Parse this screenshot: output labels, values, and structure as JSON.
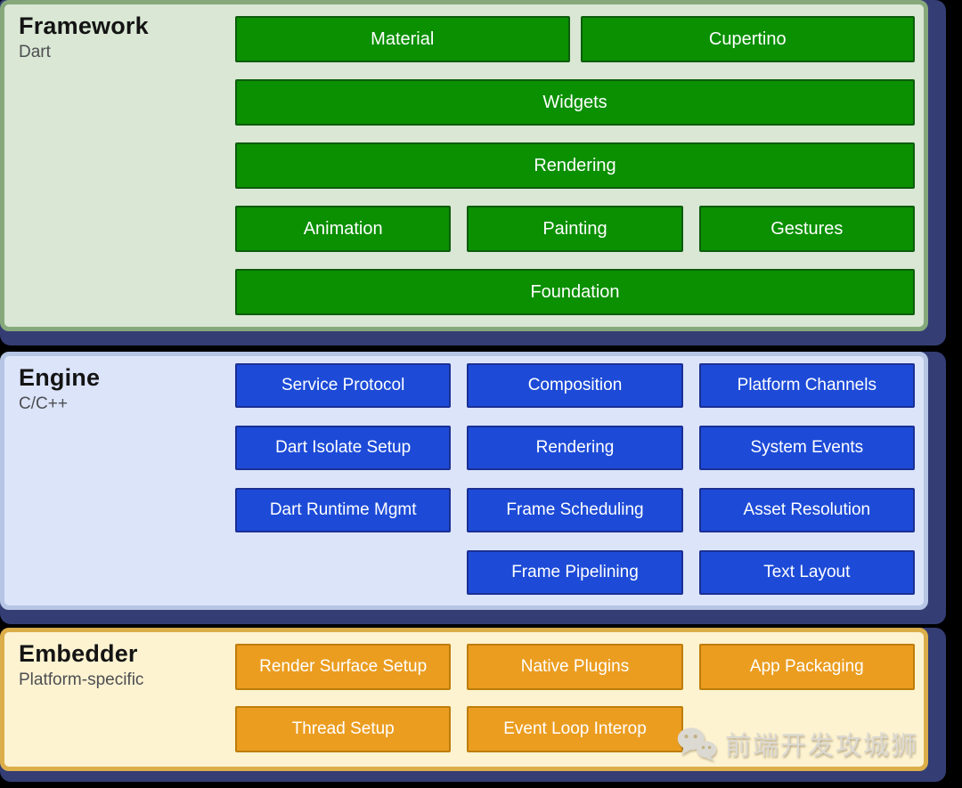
{
  "colors": {
    "page_bg": "#000000",
    "frame_bg": "#343e74",
    "framework_bg": "#d9e7d4",
    "framework_border": "#86a97c",
    "framework_box_bg": "#0a9000",
    "framework_box_border": "#0d5c0d",
    "engine_bg": "#dbe4f9",
    "engine_border": "#b6c5e4",
    "engine_box_bg": "#1d4bd7",
    "engine_box_border": "#1b2f94",
    "embedder_bg": "#fdf3d1",
    "embedder_border": "#dcae49",
    "embedder_box_bg": "#eb9d20",
    "embedder_box_border": "#bd7d0a",
    "box_text": "#ffffff",
    "title_text": "#141414",
    "subtitle_text": "#4d4e52",
    "watermark_text_color": "#dbd9d2"
  },
  "sections": [
    {
      "title": "Framework",
      "subtitle": "Dart",
      "rows": [
        [
          "Material",
          "Cupertino"
        ],
        [
          "Widgets"
        ],
        [
          "Rendering"
        ],
        [
          "Animation",
          "Painting",
          "Gestures"
        ],
        [
          "Foundation"
        ]
      ]
    },
    {
      "title": "Engine",
      "subtitle": "C/C++",
      "rows": [
        [
          "Service Protocol",
          "Composition",
          "Platform Channels"
        ],
        [
          "Dart Isolate Setup",
          "Rendering",
          "System Events"
        ],
        [
          "Dart Runtime Mgmt",
          "Frame Scheduling",
          "Asset Resolution"
        ],
        [
          "",
          "Frame Pipelining",
          "Text Layout"
        ]
      ]
    },
    {
      "title": "Embedder",
      "subtitle": "Platform-specific",
      "rows": [
        [
          "Render Surface Setup",
          "Native Plugins",
          "App Packaging"
        ],
        [
          "Thread Setup",
          "Event Loop Interop",
          ""
        ]
      ]
    }
  ],
  "watermark": {
    "icon": "wechat-icon",
    "text": "前端开发攻城狮"
  }
}
